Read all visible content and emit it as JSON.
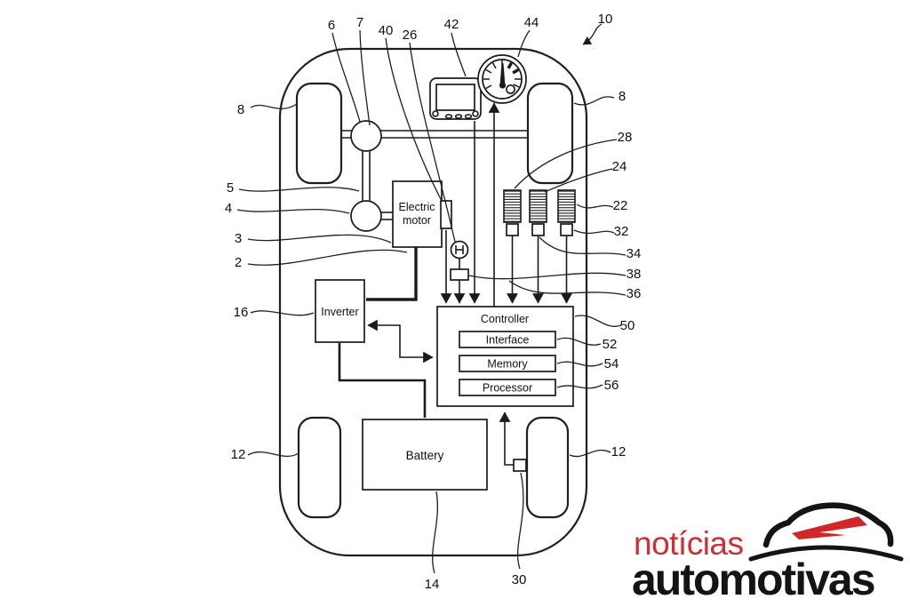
{
  "figure": {
    "components": {
      "electric_motor_line1": "Electric",
      "electric_motor_line2": "motor",
      "inverter": "Inverter",
      "controller": "Controller",
      "interface": "Interface",
      "memory": "Memory",
      "processor": "Processor",
      "battery": "Battery"
    },
    "reference_numerals": {
      "n10": "10",
      "n6": "6",
      "n7": "7",
      "n40": "40",
      "n26": "26",
      "n42": "42",
      "n44": "44",
      "n8": "8",
      "n28": "28",
      "n24": "24",
      "n22": "22",
      "n32": "32",
      "n34": "34",
      "n38": "38",
      "n36": "36",
      "n5": "5",
      "n4": "4",
      "n3": "3",
      "n2": "2",
      "n16": "16",
      "n50": "50",
      "n52": "52",
      "n54": "54",
      "n56": "56",
      "n12": "12",
      "n14": "14",
      "n30": "30"
    }
  },
  "watermark": {
    "word1": "notícias",
    "word2": "automotivas",
    "red": "#cd2f35",
    "black": "#141414"
  }
}
